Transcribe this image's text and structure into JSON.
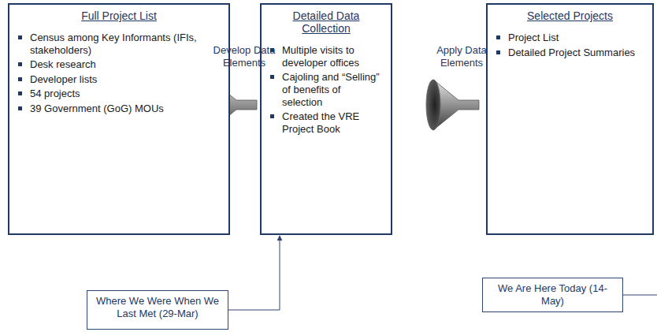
{
  "diagram": {
    "nodes": [
      {
        "text": [
          "Full Project List",
          "Census among Key Informants (IFIs, stakeholders)",
          "Desk research",
          "Developer lists",
          "54 projects",
          "39 Government (GoG) MOUs"
        ]
      },
      {
        "text": [
          "Detailed Data Collection",
          "Multiple visits to developer offices",
          "Cajoling and “Selling” of benefits of selection",
          "Created the VRE Project Book"
        ]
      },
      {
        "text": [
          "Selected Projects",
          "Project List",
          "Detailed Project Summaries"
        ]
      },
      {
        "text": [
          "Where We Were When We Last Met (29-Mar)"
        ]
      },
      {
        "text": [
          "We Are Here Today (14-May)"
        ]
      }
    ],
    "edges": [
      {
        "from": 3,
        "to": 1,
        "arrow": "to"
      }
    ],
    "labels": [
      "Develop Data Elements",
      "Apply Data Elements"
    ]
  }
}
